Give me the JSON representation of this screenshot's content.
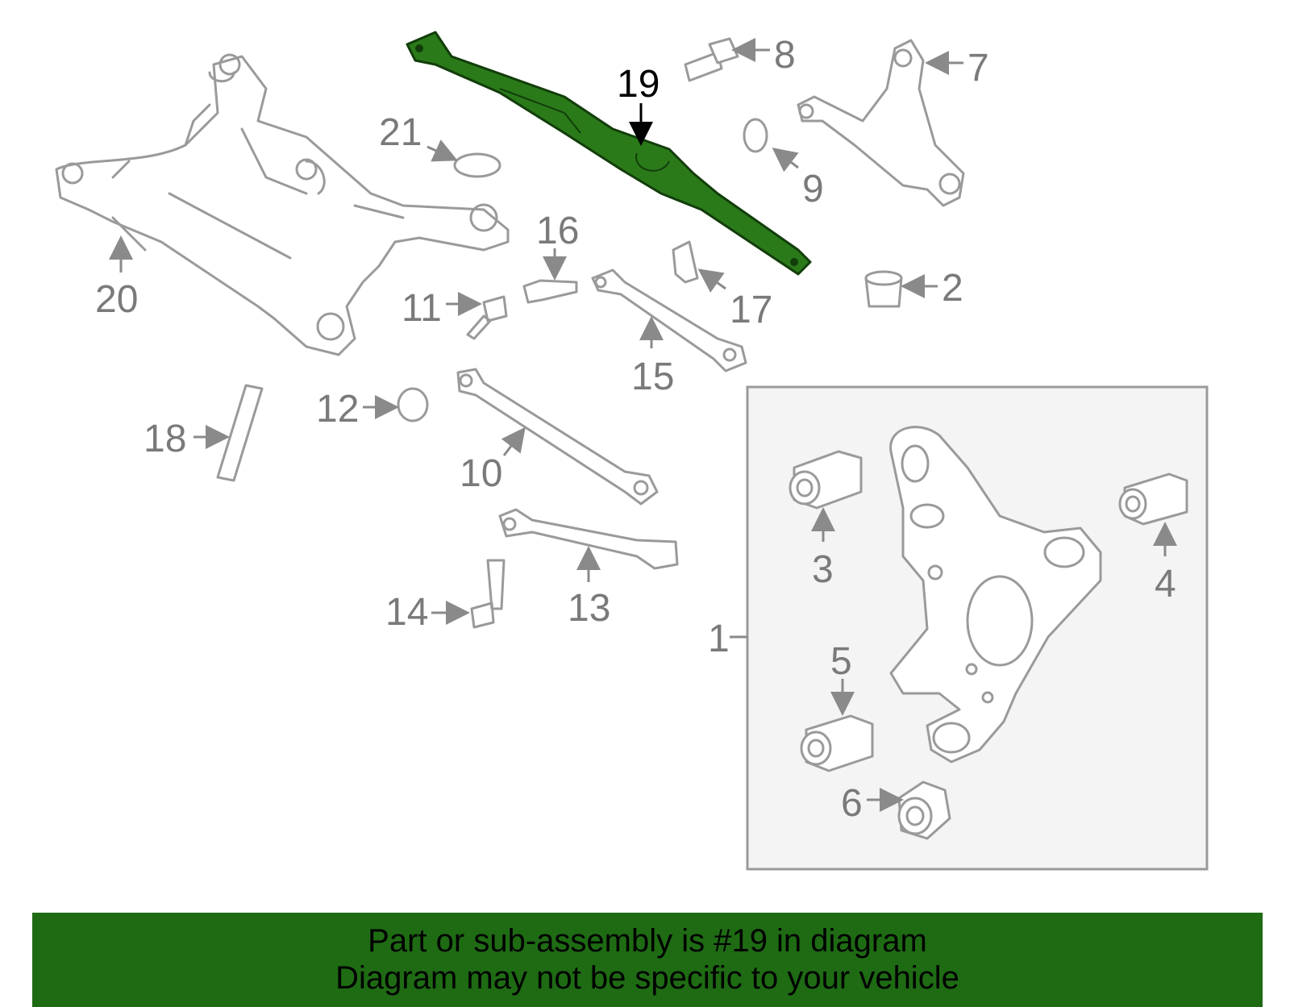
{
  "diagram": {
    "highlight_color": "#2a7a1a",
    "banner_color": "#1e6b14",
    "callouts": [
      "1",
      "2",
      "3",
      "4",
      "5",
      "6",
      "7",
      "8",
      "9",
      "10",
      "11",
      "12",
      "13",
      "14",
      "15",
      "16",
      "17",
      "18",
      "19",
      "20",
      "21"
    ],
    "highlighted_callout": "19"
  },
  "banner": {
    "line1": "Part or sub-assembly is #19 in diagram",
    "line2": "Diagram may not be specific to your vehicle"
  }
}
